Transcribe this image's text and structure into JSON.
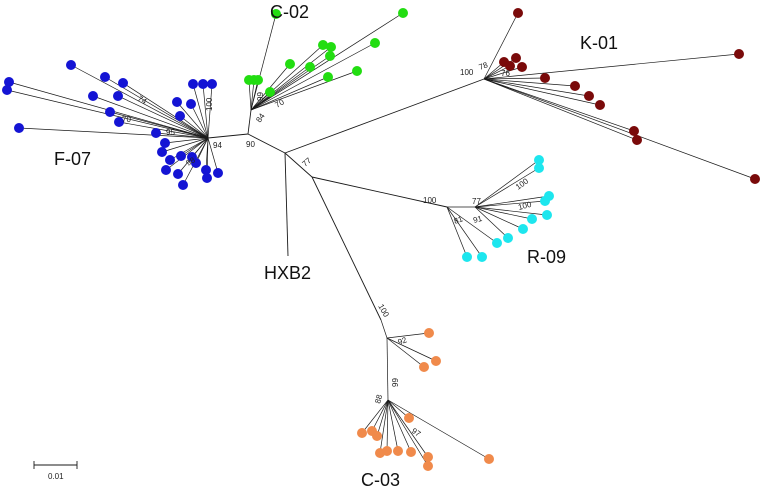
{
  "tree": {
    "clades": [
      {
        "name": "F-07",
        "color": "#1414d4"
      },
      {
        "name": "C-02",
        "color": "#22dd11"
      },
      {
        "name": "K-01",
        "color": "#7a0a0a"
      },
      {
        "name": "R-09",
        "color": "#1de6ee"
      },
      {
        "name": "C-03",
        "color": "#f08a4b"
      },
      {
        "name": "HXB2",
        "color": "#000000"
      }
    ],
    "bootstrap": {
      "b90": "90",
      "b77a": "77",
      "b94": "94",
      "b100f": "100",
      "b74": "74",
      "b70f": "70",
      "b95": "95",
      "b98": "98",
      "b99c": "99",
      "b84": "84",
      "b70c": "70",
      "b100k": "100",
      "b78": "78",
      "b76": "76",
      "b100r": "100",
      "b77r": "77",
      "b100r2": "100",
      "b100r3": "100",
      "b91": "91",
      "b81": "81",
      "b100c3": "100",
      "b92": "92",
      "b99c3": "99",
      "b88": "88",
      "b97": "97"
    },
    "scale_bar": {
      "label": "0.01"
    }
  }
}
